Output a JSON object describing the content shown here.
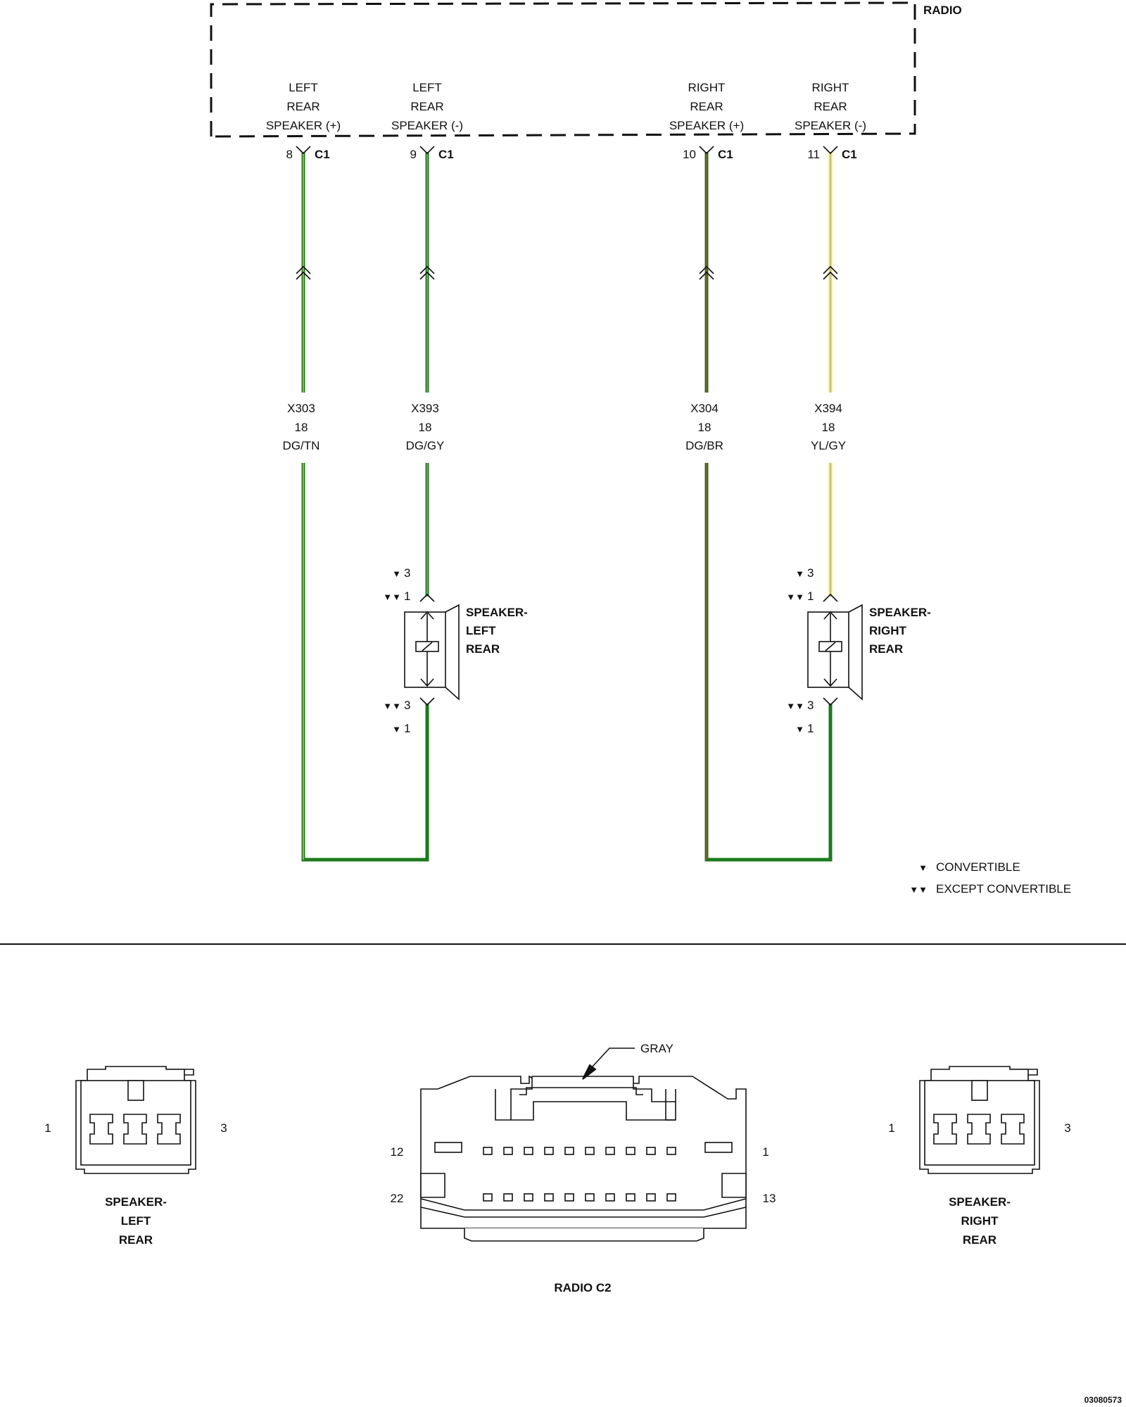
{
  "radio": {
    "title": "RADIO",
    "pins": [
      {
        "name_lines": [
          "LEFT",
          "REAR",
          "SPEAKER (+)"
        ],
        "pin": "8",
        "connector": "C1"
      },
      {
        "name_lines": [
          "LEFT",
          "REAR",
          "SPEAKER (-)"
        ],
        "pin": "9",
        "connector": "C1"
      },
      {
        "name_lines": [
          "RIGHT",
          "REAR",
          "SPEAKER (+)"
        ],
        "pin": "10",
        "connector": "C1"
      },
      {
        "name_lines": [
          "RIGHT",
          "REAR",
          "SPEAKER (-)"
        ],
        "pin": "11",
        "connector": "C1"
      }
    ]
  },
  "wires": [
    {
      "circuit": "X303",
      "gauge": "18",
      "color_code": "DG/TN",
      "main_color": "#1c7a1c",
      "stripe_color": "#c8b070"
    },
    {
      "circuit": "X393",
      "gauge": "18",
      "color_code": "DG/GY",
      "main_color": "#1c7a1c",
      "stripe_color": "#9a9a9a"
    },
    {
      "circuit": "X304",
      "gauge": "18",
      "color_code": "DG/BR",
      "main_color": "#1c7a1c",
      "stripe_color": "#8a5a2a"
    },
    {
      "circuit": "X394",
      "gauge": "18",
      "color_code": "YL/GY",
      "main_color": "#f2ef1a",
      "stripe_color": "#b8b8b8"
    }
  ],
  "speakers": [
    {
      "name_lines": [
        "SPEAKER-",
        "LEFT",
        "REAR"
      ],
      "top_pins": [
        {
          "marker": "▼",
          "pin": "3"
        },
        {
          "marker": "▼▼",
          "pin": "1"
        }
      ],
      "bottom_pins": [
        {
          "marker": "▼▼",
          "pin": "3"
        },
        {
          "marker": "▼",
          "pin": "1"
        }
      ]
    },
    {
      "name_lines": [
        "SPEAKER-",
        "RIGHT",
        "REAR"
      ],
      "top_pins": [
        {
          "marker": "▼",
          "pin": "3"
        },
        {
          "marker": "▼▼",
          "pin": "1"
        }
      ],
      "bottom_pins": [
        {
          "marker": "▼▼",
          "pin": "3"
        },
        {
          "marker": "▼",
          "pin": "1"
        }
      ]
    }
  ],
  "legend": [
    {
      "marker": "▼",
      "label": "CONVERTIBLE"
    },
    {
      "marker": "▼▼",
      "label": "EXCEPT CONVERTIBLE"
    }
  ],
  "connector_views": {
    "left_speaker": {
      "pin_left": "1",
      "pin_right": "3",
      "name_lines": [
        "SPEAKER-",
        "LEFT",
        "REAR"
      ]
    },
    "radio_c2": {
      "color_label": "GRAY",
      "pin_top_left": "12",
      "pin_top_right": "1",
      "pin_bottom_left": "22",
      "pin_bottom_right": "13",
      "name": "RADIO C2"
    },
    "right_speaker": {
      "pin_left": "1",
      "pin_right": "3",
      "name_lines": [
        "SPEAKER-",
        "RIGHT",
        "REAR"
      ]
    }
  },
  "figure_id": "03080573"
}
